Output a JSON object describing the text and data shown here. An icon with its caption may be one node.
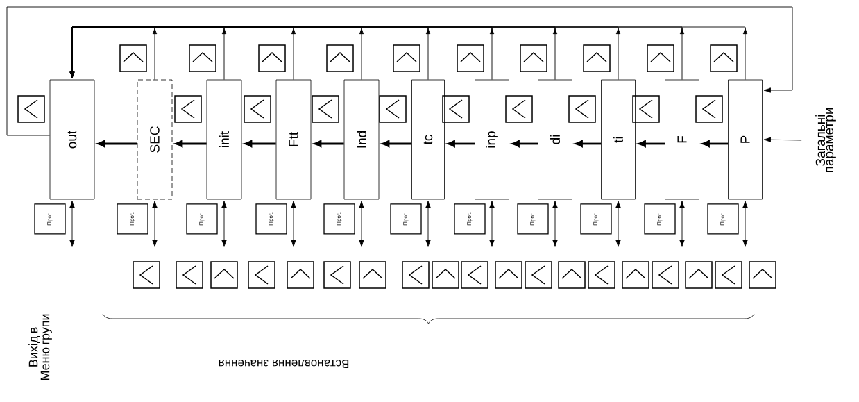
{
  "diagram": {
    "nodes": [
      {
        "text": [
          "out"
        ]
      },
      {
        "text": [
          "SEC"
        ]
      },
      {
        "text": [
          "init"
        ]
      },
      {
        "text": [
          "Ftt"
        ]
      },
      {
        "text": [
          "Ind"
        ]
      },
      {
        "text": [
          "tc"
        ]
      },
      {
        "text": [
          "inp"
        ]
      },
      {
        "text": [
          "di"
        ]
      },
      {
        "text": [
          "ti"
        ]
      },
      {
        "text": [
          "F"
        ]
      },
      {
        "text": [
          "P"
        ]
      },
      {
        "text": [
          "Загальні параметри"
        ]
      }
    ],
    "edges": [
      {
        "from": 1,
        "to": 0,
        "arrow": "to",
        "style": "thick"
      },
      {
        "from": 2,
        "to": 1,
        "arrow": "to",
        "style": "thick"
      },
      {
        "from": 3,
        "to": 2,
        "arrow": "to",
        "style": "thick"
      },
      {
        "from": 4,
        "to": 3,
        "arrow": "to",
        "style": "thick"
      },
      {
        "from": 5,
        "to": 4,
        "arrow": "to",
        "style": "thick"
      },
      {
        "from": 6,
        "to": 5,
        "arrow": "to",
        "style": "thick"
      },
      {
        "from": 7,
        "to": 6,
        "arrow": "to",
        "style": "thick"
      },
      {
        "from": 8,
        "to": 7,
        "arrow": "to",
        "style": "thick"
      },
      {
        "from": 9,
        "to": 8,
        "arrow": "to",
        "style": "thick"
      },
      {
        "from": 10,
        "to": 9,
        "arrow": "to",
        "style": "thick"
      },
      {
        "from": 11,
        "to": 10,
        "arrow": "to"
      },
      {
        "from": 1,
        "to": 0,
        "arrow": "to"
      },
      {
        "from": 2,
        "to": 0,
        "arrow": "to"
      },
      {
        "from": 3,
        "to": 0,
        "arrow": "to"
      },
      {
        "from": 4,
        "to": 0,
        "arrow": "to"
      },
      {
        "from": 5,
        "to": 0,
        "arrow": "to"
      },
      {
        "from": 6,
        "to": 0,
        "arrow": "to"
      },
      {
        "from": 7,
        "to": 0,
        "arrow": "to"
      },
      {
        "from": 8,
        "to": 0,
        "arrow": "to"
      },
      {
        "from": 9,
        "to": 0,
        "arrow": "to"
      },
      {
        "from": 10,
        "to": 0,
        "arrow": "to"
      },
      {
        "from": 0,
        "to": 10,
        "arrow": "to"
      },
      {
        "from": 0,
        "to": null,
        "arrow": "both",
        "label": "Прог."
      },
      {
        "from": 1,
        "to": null,
        "arrow": "both",
        "label": "Прог."
      },
      {
        "from": 2,
        "to": null,
        "arrow": "both",
        "label": "Прог."
      },
      {
        "from": 3,
        "to": null,
        "arrow": "both",
        "label": "Прог."
      },
      {
        "from": 4,
        "to": null,
        "arrow": "both",
        "label": "Прог."
      },
      {
        "from": 5,
        "to": null,
        "arrow": "both",
        "label": "Прог."
      },
      {
        "from": 6,
        "to": null,
        "arrow": "both",
        "label": "Прог."
      },
      {
        "from": 7,
        "to": null,
        "arrow": "both",
        "label": "Прог."
      },
      {
        "from": 8,
        "to": null,
        "arrow": "both",
        "label": "Прог."
      },
      {
        "from": 9,
        "to": null,
        "arrow": "both",
        "label": "Прог."
      },
      {
        "from": 10,
        "to": null,
        "arrow": "both",
        "label": "Прог."
      }
    ],
    "labels": [
      "Вихід в Меню групи",
      "Встановлення значення"
    ]
  }
}
